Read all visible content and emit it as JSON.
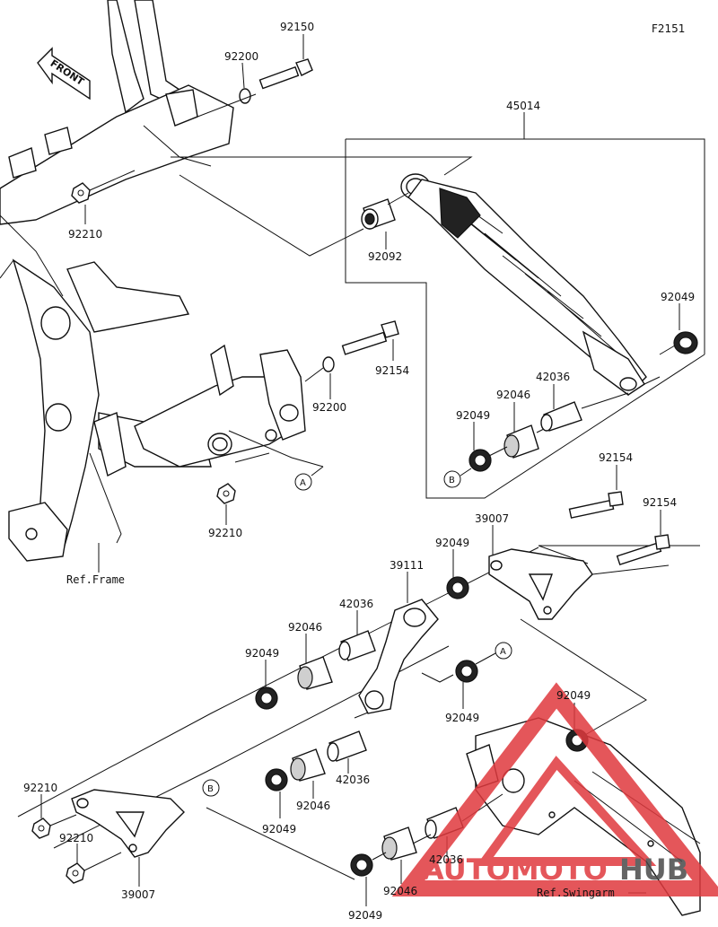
{
  "figure_code": "F2151",
  "front_label": "FRONT",
  "labels": {
    "p92150": "92150",
    "p92200_top": "92200",
    "p92210_top": "92210",
    "p45014": "45014",
    "p92092": "92092",
    "p92049_shock": "92049",
    "p42036_shock": "42036",
    "p92046_shock": "92046",
    "p92049_shock_lower": "92049",
    "p92154_mid": "92154",
    "p92200_mid": "92200",
    "p92210_mid": "92210",
    "ref_frame": "Ref.Frame",
    "p92154_right1": "92154",
    "p92154_right2": "92154",
    "p39007_top": "39007",
    "p92049_rocker": "92049",
    "p39111": "39111",
    "p42036_link": "42036",
    "p92046_link": "92046",
    "p92049_link_left": "92049",
    "p92049_link_right": "92049",
    "p92049_swing": "92049",
    "p42036_lower": "42036",
    "p92046_lower": "92046",
    "p92049_lower_left": "92049",
    "p92210_bl1": "92210",
    "p92210_bl2": "92210",
    "p39007_bottom": "39007",
    "p42036_bottom": "42036",
    "p92046_bottom": "92046",
    "p92049_bottom": "92049",
    "ref_swingarm": "Ref.Swingarm"
  },
  "callouts": {
    "A": "A",
    "B": "B"
  },
  "watermark": {
    "text_red": "AUTOMOTO",
    "text_dark": "HUB",
    "color_red": "#e0393e",
    "color_dark": "#4a4a4a"
  }
}
